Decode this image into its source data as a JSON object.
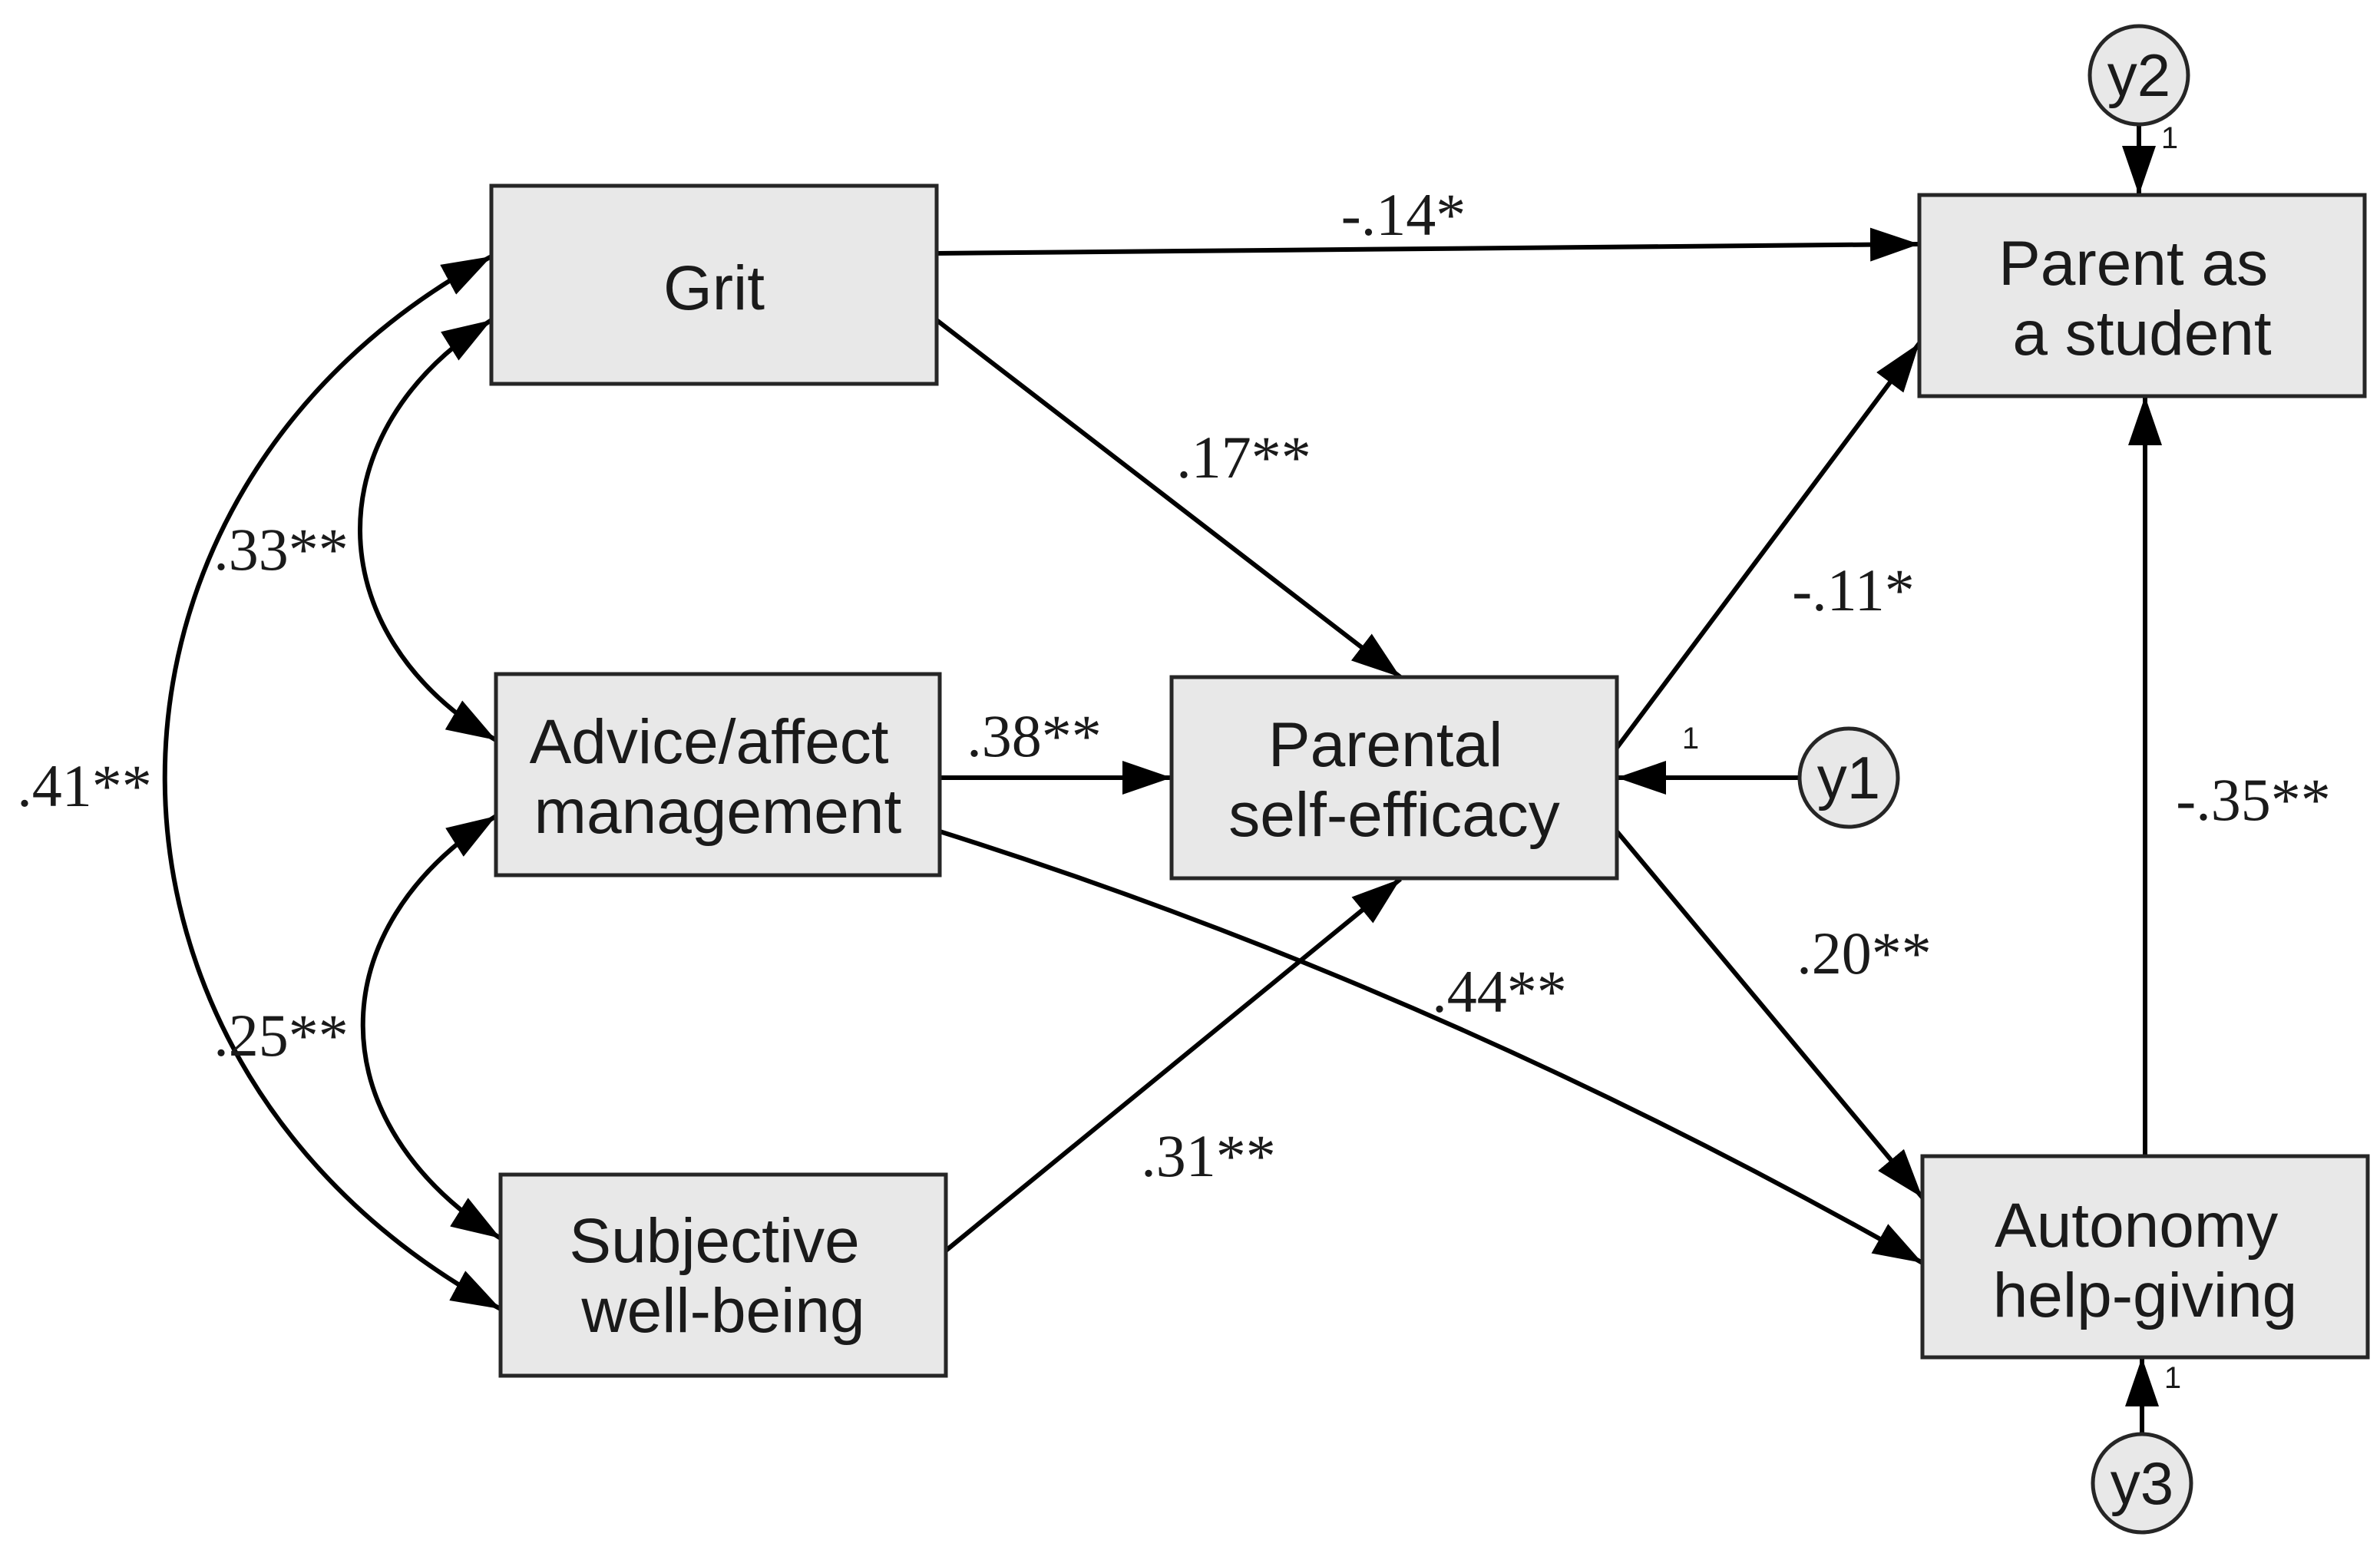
{
  "nodes": {
    "grit": {
      "lines": [
        "Grit"
      ]
    },
    "advice": {
      "lines": [
        "Advice/affect",
        "management"
      ]
    },
    "wellbeing": {
      "lines": [
        "Subjective",
        "well-being"
      ]
    },
    "efficacy": {
      "lines": [
        "Parental",
        "self-efficacy"
      ]
    },
    "student": {
      "lines": [
        "Parent as",
        "a student"
      ]
    },
    "autonomy": {
      "lines": [
        "Autonomy",
        "help-giving"
      ]
    }
  },
  "errors": {
    "y1": {
      "label": "y1",
      "weight": "1"
    },
    "y2": {
      "label": "y2",
      "weight": "1"
    },
    "y3": {
      "label": "y3",
      "weight": "1"
    }
  },
  "paths": {
    "grit_to_student": "-.14*",
    "grit_to_efficacy": ".17**",
    "advice_to_efficacy": ".38**",
    "advice_to_autonomy": ".44**",
    "wellbeing_to_efficacy": ".31**",
    "efficacy_to_student": "-.11*",
    "efficacy_to_autonomy": ".20**",
    "autonomy_to_student": "-.35**"
  },
  "covariances": {
    "grit_advice": ".33**",
    "grit_wellbeing": ".41**",
    "advice_wellbeing": ".25**"
  },
  "colors": {
    "background": "#ffffff",
    "box_fill": "#e8e8e8",
    "box_stroke": "#262626",
    "arrow": "#000000",
    "text": "#1a1a1a"
  }
}
